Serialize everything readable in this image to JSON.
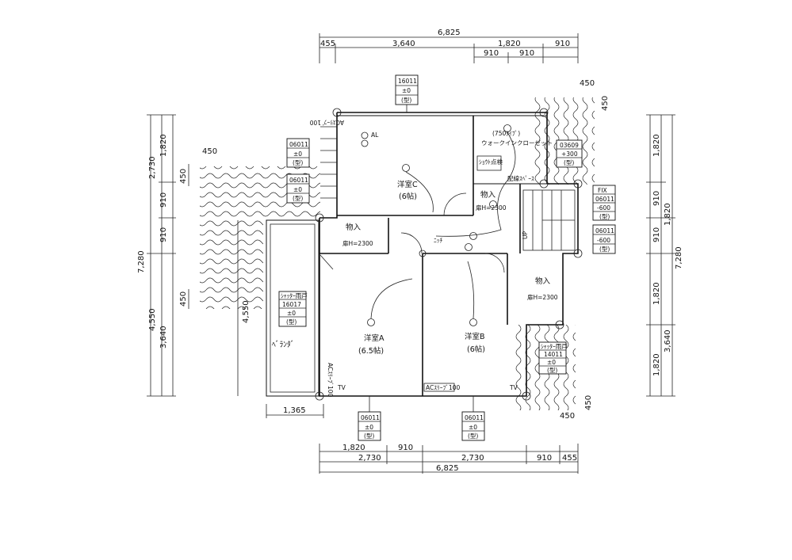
{
  "dims": {
    "top_total": "6,825",
    "top_a": "455",
    "top_b": "3,640",
    "top_c": "1,820",
    "top_d": "910",
    "top_sub1": "910",
    "top_sub2": "910",
    "bottom_a": "1,820",
    "bottom_b": "910",
    "bottom_c": "2,730",
    "bottom_d": "2,730",
    "bottom_e": "910",
    "bottom_f": "455",
    "bottom_total": "6,825",
    "left_a": "1,820",
    "left_b": "2,730",
    "left_c": "910",
    "left_d": "910",
    "left_e": "7,280",
    "left_f": "4,550",
    "left_g": "3,640",
    "left_h": "4,550",
    "left_i": "450",
    "left_j": "450",
    "left_k": "450",
    "right_a": "1,820",
    "right_b": "910",
    "right_c": "1,820",
    "right_d": "910",
    "right_e": "7,280",
    "right_f": "1,820",
    "right_g": "3,640",
    "right_h": "1,820",
    "right_i": "450",
    "right_j": "450",
    "right_k": "450",
    "right_l": "450",
    "veranda_width": "1,365"
  },
  "rooms": {
    "room_c": "洋室C",
    "room_c_size": "(6帖)",
    "room_a": "洋室A",
    "room_a_size": "(6.5帖)",
    "room_b": "洋室B",
    "room_b_size": "(6帖)",
    "walkin": "ウォークインクローゼット",
    "walkin_note": "(750ﾀｲﾌﾟ)",
    "storage1": "物入",
    "storage1_door": "扉H=2300",
    "storage2": "物入",
    "storage2_door": "扉H=2300",
    "storage3": "物入",
    "storage3_door": "扉H=2300",
    "veranda": "ﾍﾞﾗﾝﾀﾞ",
    "wiring_space": "配線ｽﾍﾟｰｽ",
    "niche": "ﾆｯﾁ",
    "acu": "ACｽﾘｰﾌﾞ100",
    "acu2": "ACｽﾘｰﾌﾞ100",
    "acu3": "ACｽﾘｰﾌﾞ100",
    "tv": "TV",
    "tv2": "TV",
    "al": "AL",
    "up": "UP",
    "switch_box": "ｼｮｳﾄ点検"
  },
  "windows": {
    "w1_code": "16011",
    "w1_level": "±0",
    "w1_type": "(型)",
    "w2_code": "06011",
    "w2_level": "±0",
    "w2_type": "(型)",
    "w3_code": "06011",
    "w3_level": "±0",
    "w3_type": "(型)",
    "w4_name": "ｼｬｯﾀｰ雨戸",
    "w4_code": "16017",
    "w4_level": "±0",
    "w4_type": "(型)",
    "w5_code": "03609",
    "w5_level": "+300",
    "w5_type": "(型)",
    "w6_name": "FIX",
    "w6_code": "06011",
    "w6_level": "-600",
    "w6_type": "(型)",
    "w7_code": "06011",
    "w7_level": "-600",
    "w7_type": "(型)",
    "w8_name": "ｼｬｯﾀｰ雨戸",
    "w8_code": "14011",
    "w8_level": "±0",
    "w8_type": "(型)",
    "w9_code": "06011",
    "w9_level": "±0",
    "w9_type": "(型)",
    "w10_code": "06011",
    "w10_level": "±0",
    "w10_type": "(型)"
  }
}
